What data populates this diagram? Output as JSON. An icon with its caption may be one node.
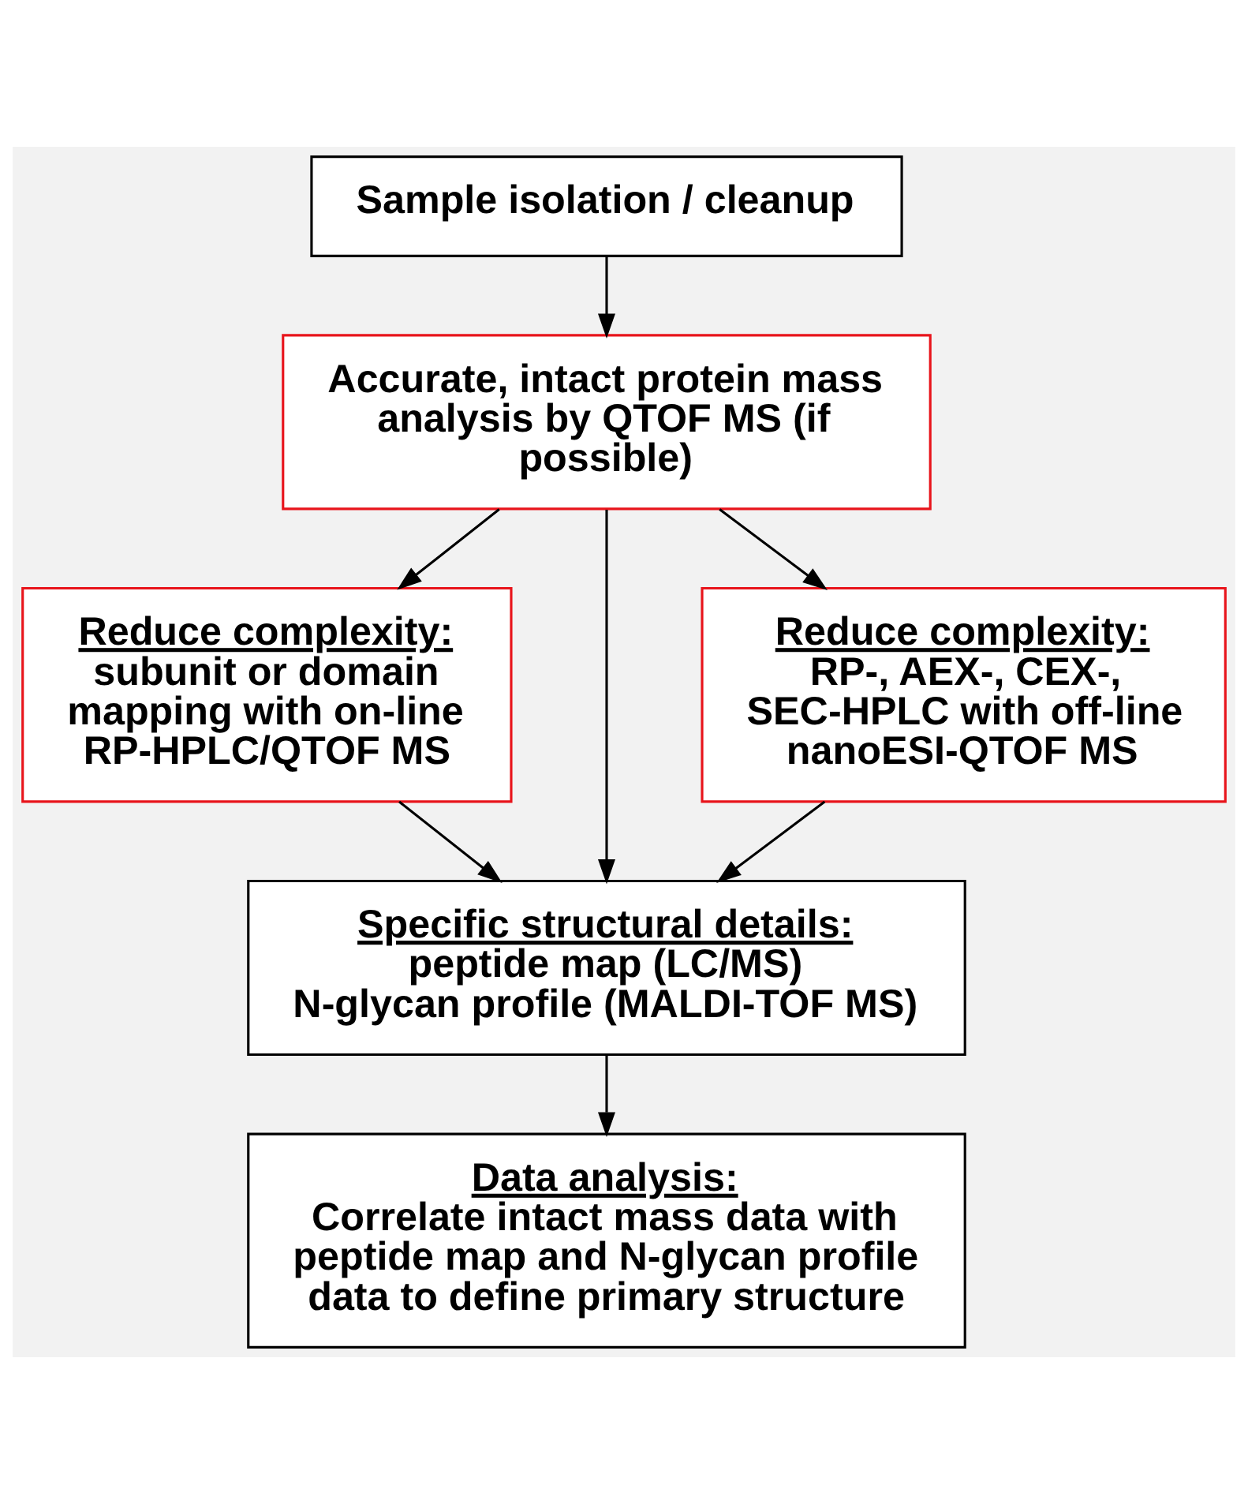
{
  "diagram": {
    "nodes": [
      {
        "text": [
          "Sample isolation / cleanup"
        ]
      },
      {
        "text": [
          "Accurate, intact protein mass analysis by QTOF MS (if possible)"
        ]
      },
      {
        "text": [
          "Reduce complexity:",
          "subunit or domain mapping with on-line RP-HPLC/QTOF MS"
        ]
      },
      {
        "text": [
          "Reduce complexity:",
          "RP-, AEX-, CEX-, SEC-HPLC with off-line nanoESI-QTOF MS"
        ]
      },
      {
        "text": [
          "Specific structural details:",
          "peptide map (LC/MS)",
          "N-glycan profile (MALDI-TOF MS)"
        ]
      },
      {
        "text": [
          "Data analysis:",
          "Correlate intact mass data with peptide map and N-glycan profile data to define primary structure"
        ]
      }
    ],
    "edges": [
      {
        "from": 0,
        "to": 1,
        "arrow": "to"
      },
      {
        "from": 1,
        "to": 2,
        "arrow": "to"
      },
      {
        "from": 1,
        "to": 4,
        "arrow": "to"
      },
      {
        "from": 1,
        "to": 3,
        "arrow": "to"
      },
      {
        "from": 2,
        "to": 4,
        "arrow": "to"
      },
      {
        "from": 3,
        "to": 4,
        "arrow": "to"
      },
      {
        "from": 4,
        "to": 5,
        "arrow": "to"
      }
    ]
  }
}
